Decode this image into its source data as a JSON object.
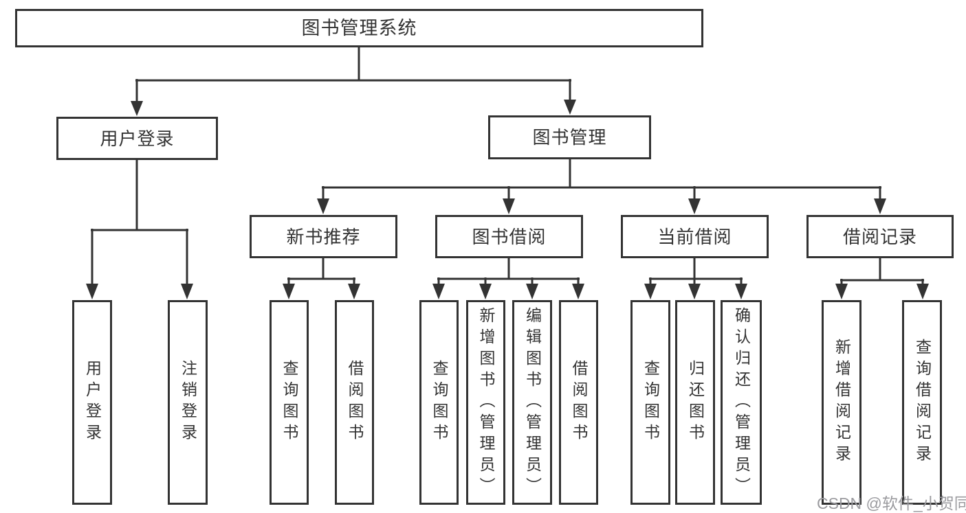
{
  "watermark": "CSDN @软件_小贺同学",
  "tree": {
    "root": "图书管理系统",
    "branches": [
      {
        "label": "用户登录",
        "children": [
          {
            "label": "用户登录"
          },
          {
            "label": "注销登录"
          }
        ]
      },
      {
        "label": "图书管理",
        "children": [
          {
            "label": "新书推荐",
            "children": [
              {
                "label": "查询图书"
              },
              {
                "label": "借阅图书"
              }
            ]
          },
          {
            "label": "图书借阅",
            "children": [
              {
                "label": "查询图书"
              },
              {
                "label": "新增图书（管理员）"
              },
              {
                "label": "编辑图书（管理员）"
              },
              {
                "label": "借阅图书"
              }
            ]
          },
          {
            "label": "当前借阅",
            "children": [
              {
                "label": "查询图书"
              },
              {
                "label": "归还图书"
              },
              {
                "label": "确认归还（管理员）"
              }
            ]
          },
          {
            "label": "借阅记录",
            "children": [
              {
                "label": "新增借阅记录"
              },
              {
                "label": "查询借阅记录"
              }
            ]
          }
        ]
      }
    ]
  }
}
